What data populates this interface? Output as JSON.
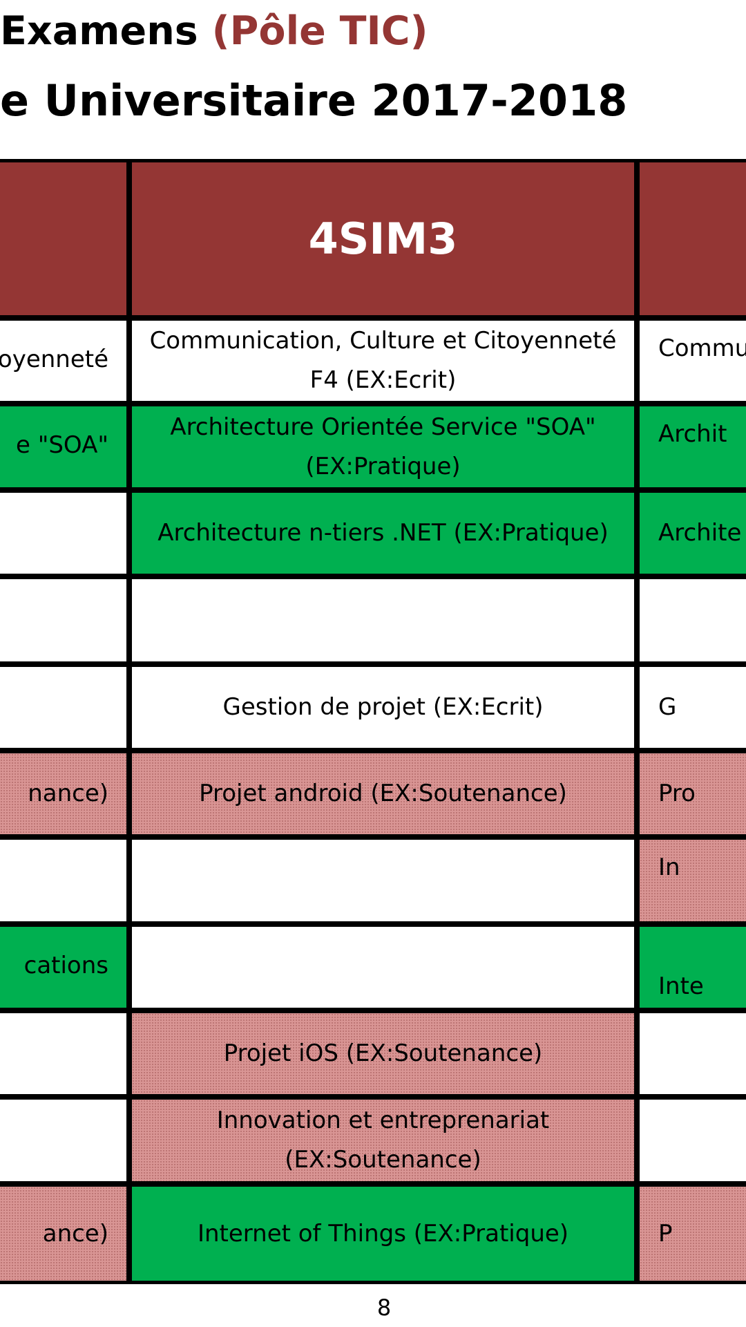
{
  "title_line1": {
    "prefix": "Examens ",
    "accent": "(Pôle TIC)"
  },
  "title_line2": "e Universitaire 2017-2018",
  "header": {
    "left": "",
    "main": "4SIM3",
    "right": ""
  },
  "rows": [
    {
      "left": "oyenneté",
      "main": "Communication, Culture et Citoyenneté F4 (EX:Ecrit)",
      "right": "Commu"
    },
    {
      "left": "e \"SOA\"",
      "main": "Architecture Orientée Service \"SOA\" (EX:Pratique)",
      "right": "Archit"
    },
    {
      "left": "",
      "main": "Architecture n-tiers .NET (EX:Pratique)",
      "right": "Archite"
    },
    {
      "left": "",
      "main": "",
      "right": ""
    },
    {
      "left": "",
      "main": "Gestion de projet (EX:Ecrit)",
      "right": "G"
    },
    {
      "left": "nance)",
      "main": "Projet android (EX:Soutenance)",
      "right": "Pro"
    },
    {
      "left": "",
      "main": "",
      "right": "In"
    },
    {
      "left": "cations",
      "main": "",
      "right": "Inte"
    },
    {
      "left": "",
      "main": "Projet iOS (EX:Soutenance)",
      "right": ""
    },
    {
      "left": "",
      "main": "Innovation et entreprenariat (EX:Soutenance)",
      "right": ""
    },
    {
      "left": "ance)",
      "main": "Internet of Things (EX:Pratique)",
      "right": "P"
    }
  ],
  "page_number": "8",
  "colors": {
    "header": "#943634",
    "green": "#00b050",
    "pink": "#d99594",
    "accent": "#943634"
  }
}
